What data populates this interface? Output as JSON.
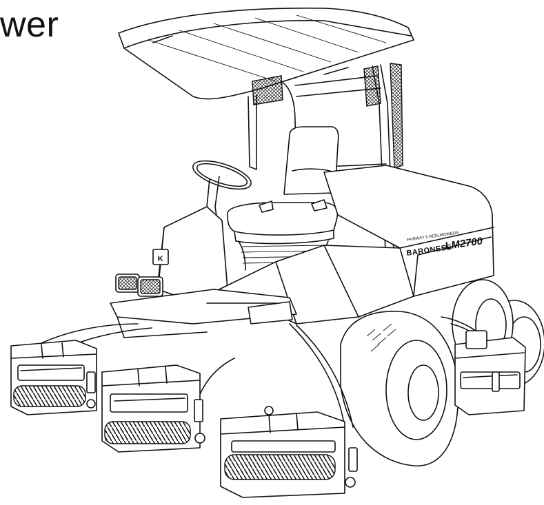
{
  "heading": {
    "text": "wer"
  },
  "machine_decal": {
    "subtitle": "FAIRWAY 5 REELMOWERS",
    "brand": "BARONESS",
    "model": "LM2700"
  },
  "dash_badge": {
    "glyph": "K"
  },
  "colors": {
    "line": "#111111",
    "background": "#ffffff"
  }
}
